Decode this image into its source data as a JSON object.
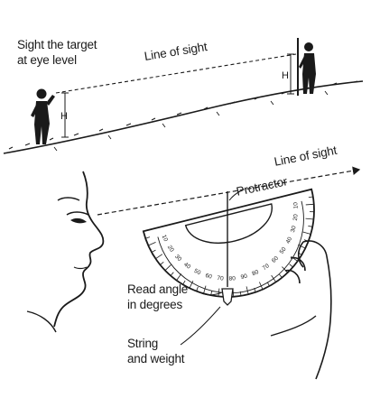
{
  "upper_scene": {
    "instruction_line1": "Sight the target",
    "instruction_line2": "at eye level",
    "line_of_sight": "Line of sight",
    "height_marker_left": "H",
    "height_marker_right": "H"
  },
  "lower_scene": {
    "line_of_sight": "Line of sight",
    "protractor": "Protractor",
    "read_angle_line1": "Read angle",
    "read_angle_line2": "in degrees",
    "string_line1": "String",
    "string_line2": "and weight"
  },
  "protractor_scale": {
    "left_ticks": [
      "10",
      "20",
      "30",
      "40",
      "50",
      "60",
      "70",
      "80"
    ],
    "center_tick": "90",
    "right_ticks": [
      "80",
      "70",
      "60",
      "50",
      "40",
      "30",
      "20",
      "10"
    ]
  },
  "colors": {
    "ink": "#1a1a1a",
    "background": "#ffffff"
  }
}
